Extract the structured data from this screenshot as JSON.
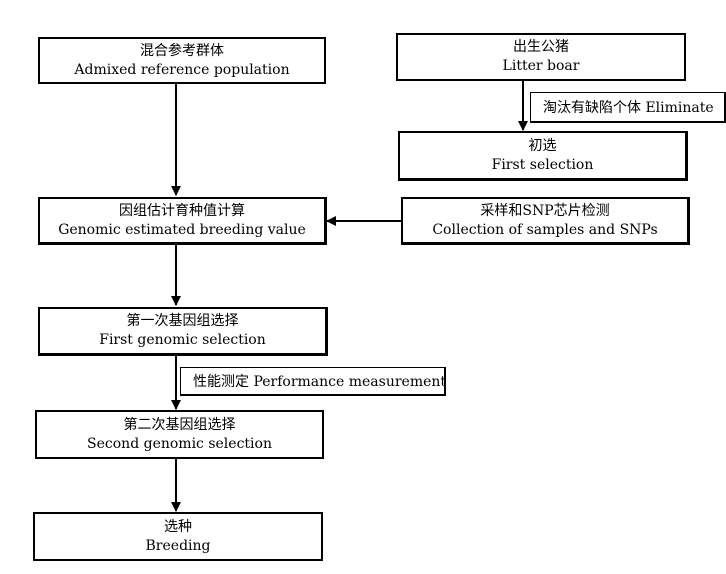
{
  "nodes": {
    "admixed": {
      "zh": "混合参考群体",
      "en": "Admixed reference population"
    },
    "litter": {
      "zh": "出生公猪",
      "en": "Litter boar"
    },
    "first_selection": {
      "zh": "初选",
      "en": "First selection"
    },
    "genomic_ebv": {
      "zh": "因组估计育种值计算",
      "en": "Genomic estimated breeding value"
    },
    "snp": {
      "zh": "采样和SNP芯片检测",
      "en": "Collection of samples and SNPs"
    },
    "first_genomic": {
      "zh": "第一次基因组选择",
      "en": "First genomic selection"
    },
    "second_genomic": {
      "zh": "第二次基因组选择",
      "en": "Second genomic selection"
    },
    "breeding": {
      "zh": "选种",
      "en": "Breeding"
    }
  },
  "labels": {
    "eliminate": "淘汰有缺陷个体 Eliminate",
    "performance": "性能测定 Performance measurement"
  }
}
